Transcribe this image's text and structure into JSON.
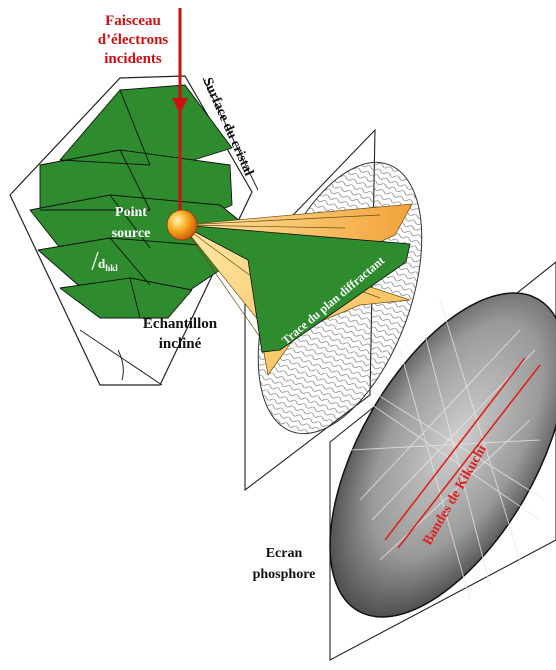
{
  "labels": {
    "beam_line1": "Faisceau",
    "beam_line2": "d’électrons",
    "beam_line3": "incidents",
    "crystal_surface": "Surface du cristal",
    "point_line1": "Point",
    "point_line2": "source",
    "dhkl_main": "d",
    "dhkl_sub": "hkl",
    "sample_line1": "Echantillon",
    "sample_line2": "incliné",
    "plane_trace": "Trace du plan diffractant",
    "kikuchi": "Bandes de Kikuchi",
    "screen_line1": "Ecran",
    "screen_line2": "phosphore"
  },
  "colors": {
    "beam": "#cc1111",
    "crystal_planes": "#2e8b2e",
    "cone": "#f5a623",
    "cone_light": "#fde08a",
    "plane_trace_band": "#2e8b2e",
    "kikuchi_lines": "#dd2222",
    "outline": "#222222"
  }
}
